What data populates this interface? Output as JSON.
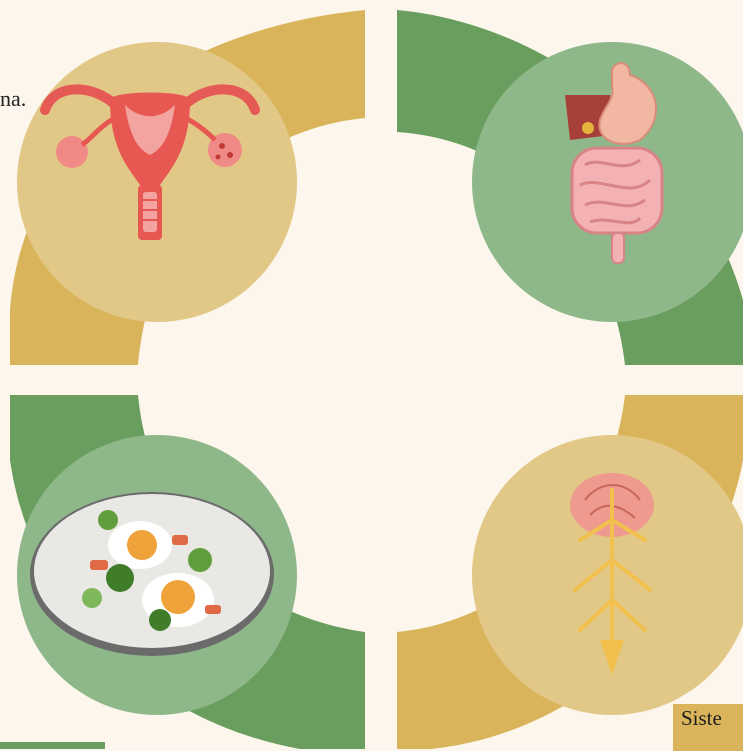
{
  "colors": {
    "background": "#fdf6ec",
    "gold_ring": "#d9b45a",
    "gold_circle": "#e2c886",
    "green_ring": "#6a9e5e",
    "green_circle": "#8fb88a"
  },
  "panels": [
    {
      "icon": "uterus-icon",
      "theme": "gold"
    },
    {
      "icon": "digestive-system-icon",
      "theme": "green"
    },
    {
      "icon": "egg-salad-plate-icon",
      "theme": "green"
    },
    {
      "icon": "nervous-system-icon",
      "theme": "gold"
    }
  ],
  "text": {
    "top_left_fragment": "na.",
    "bottom_right_label": "Siste"
  }
}
